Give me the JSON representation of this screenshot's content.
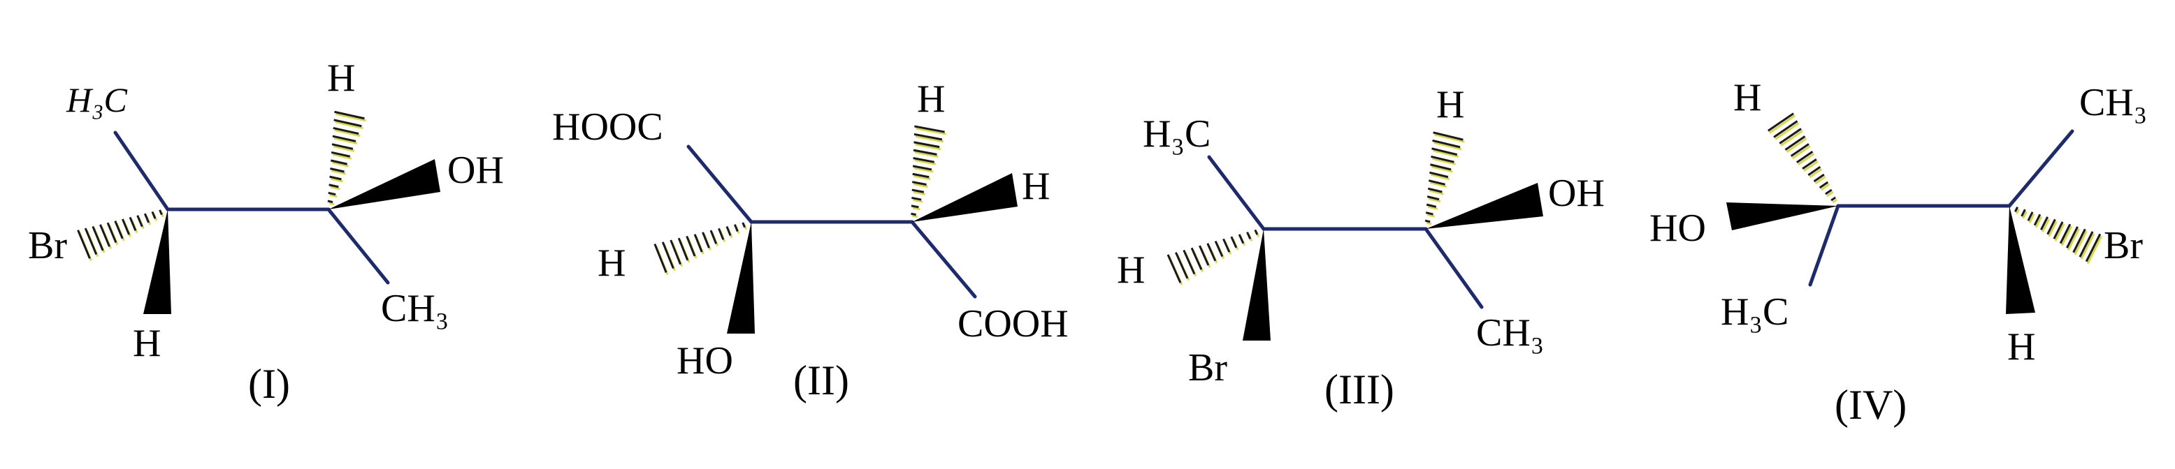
{
  "molecules": [
    {
      "id": "I",
      "caption": "(I)",
      "left_carbon": {
        "upper": "H₃C",
        "wedge_left": "Br",
        "wedge_down": "H"
      },
      "right_carbon": {
        "up": "H",
        "wedge_right": "OH",
        "down": "CH₃"
      }
    },
    {
      "id": "II",
      "caption": "(II)",
      "left_carbon": {
        "upper": "HOOC",
        "wedge_left": "H",
        "wedge_down": "HO"
      },
      "right_carbon": {
        "up": "H",
        "wedge_right": "H",
        "down": "COOH"
      }
    },
    {
      "id": "III",
      "caption": "(III)",
      "left_carbon": {
        "upper": "H₃C",
        "wedge_left": "H",
        "wedge_down": "Br"
      },
      "right_carbon": {
        "up": "H",
        "wedge_right": "OH",
        "down": "CH₃"
      }
    },
    {
      "id": "IV",
      "caption": "(IV)",
      "left_carbon": {
        "up": "H",
        "wedge_left": "HO",
        "down": "H₃C"
      },
      "right_carbon": {
        "upper": "CH₃",
        "wedge_right": "Br",
        "wedge_down": "H"
      }
    }
  ],
  "colors": {
    "bond": "#1d2a6b",
    "hash": "#1a1a1a",
    "hash_shadow": "#d8d84a",
    "wedge": "#000000"
  }
}
